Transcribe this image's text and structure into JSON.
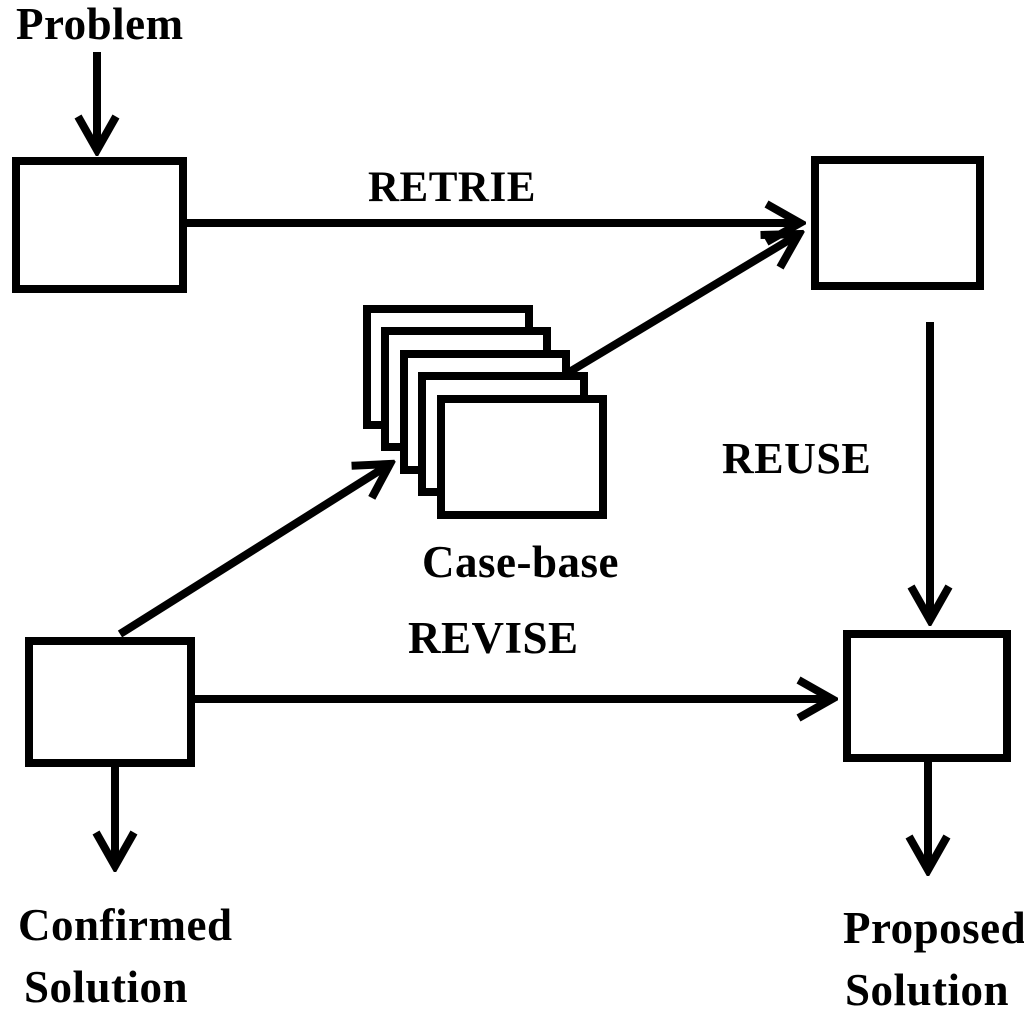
{
  "figure": {
    "type": "flow-diagram",
    "background_color": "#ffffff",
    "ink_color": "#000000"
  },
  "nodes": {
    "problem_label": "Problem",
    "case_base_label": "Case-base",
    "confirmed_solution": {
      "line1": "Confirmed",
      "line2": "Solution"
    },
    "proposed_solution": {
      "line1": "Proposed",
      "line2": "Solution"
    },
    "process_boxes": [
      "top-left",
      "top-right",
      "bottom-right",
      "bottom-left"
    ],
    "case_base_card_count": 5
  },
  "edges": {
    "retrieve_label": "RETRIE",
    "reuse_label": "REUSE",
    "revise_label": "REVISE"
  }
}
